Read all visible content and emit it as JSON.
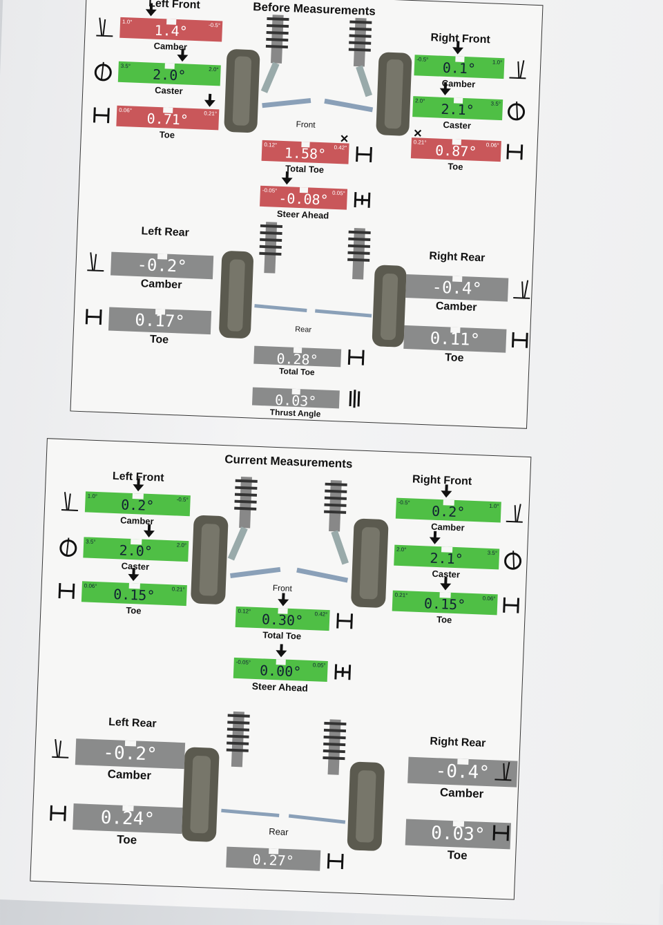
{
  "before": {
    "title": "Before Measurements",
    "left_front": {
      "header": "Left Front",
      "camber": {
        "value": "1.4°",
        "min": "1.0°",
        "max": "-0.5°",
        "label": "Camber"
      },
      "caster": {
        "value": "2.0°",
        "min": "3.5°",
        "max": "2.0°",
        "label": "Caster"
      },
      "toe": {
        "value": "0.71°",
        "min": "0.06°",
        "max": "0.21°",
        "label": "Toe"
      }
    },
    "right_front": {
      "header": "Right Front",
      "camber": {
        "value": "0.1°",
        "min": "-0.5°",
        "max": "1.0°",
        "label": "Camber"
      },
      "caster": {
        "value": "2.1°",
        "min": "2.0°",
        "max": "3.5°",
        "label": "Caster"
      },
      "toe": {
        "value": "0.87°",
        "min": "0.21°",
        "max": "0.06°",
        "label": "Toe"
      }
    },
    "front_label": "Front",
    "total_toe": {
      "value": "1.58°",
      "min": "0.12°",
      "max": "0.42°",
      "label": "Total Toe"
    },
    "steer_ahead": {
      "value": "-0.08°",
      "min": "-0.05°",
      "max": "0.05°",
      "label": "Steer Ahead"
    },
    "left_rear": {
      "header": "Left Rear",
      "camber": {
        "value": "-0.2°",
        "label": "Camber"
      },
      "toe": {
        "value": "0.17°",
        "label": "Toe"
      }
    },
    "right_rear": {
      "header": "Right Rear",
      "camber": {
        "value": "-0.4°",
        "label": "Camber"
      },
      "toe": {
        "value": "0.11°",
        "label": "Toe"
      }
    },
    "rear_label": "Rear",
    "rear_total_toe": {
      "value": "0.28°",
      "label": "Total Toe"
    },
    "thrust_angle": {
      "value": "0.03°",
      "label": "Thrust Angle"
    }
  },
  "current": {
    "title": "Current Measurements",
    "left_front": {
      "header": "Left Front",
      "camber": {
        "value": "0.2°",
        "min": "1.0°",
        "max": "-0.5°",
        "label": "Camber"
      },
      "caster": {
        "value": "2.0°",
        "min": "3.5°",
        "max": "2.0°",
        "label": "Caster"
      },
      "toe": {
        "value": "0.15°",
        "min": "0.06°",
        "max": "0.21°",
        "label": "Toe"
      }
    },
    "right_front": {
      "header": "Right Front",
      "camber": {
        "value": "0.2°",
        "min": "-0.5°",
        "max": "1.0°",
        "label": "Camber"
      },
      "caster": {
        "value": "2.1°",
        "min": "2.0°",
        "max": "3.5°",
        "label": "Caster"
      },
      "toe": {
        "value": "0.15°",
        "min": "0.21°",
        "max": "0.06°",
        "label": "Toe"
      }
    },
    "front_label": "Front",
    "total_toe": {
      "value": "0.30°",
      "min": "0.12°",
      "max": "0.42°",
      "label": "Total Toe"
    },
    "steer_ahead": {
      "value": "0.00°",
      "min": "-0.05°",
      "max": "0.05°",
      "label": "Steer Ahead"
    },
    "left_rear": {
      "header": "Left Rear",
      "camber": {
        "value": "-0.2°",
        "label": "Camber"
      },
      "toe": {
        "value": "0.24°",
        "label": "Toe"
      }
    },
    "right_rear": {
      "header": "Right Rear",
      "camber": {
        "value": "-0.4°",
        "label": "Camber"
      },
      "toe": {
        "value": "0.03°",
        "label": "Toe"
      }
    },
    "rear_label": "Rear",
    "rear_total_toe": {
      "value": "0.27°"
    }
  },
  "colors": {
    "out_of_spec": "#c9575a",
    "in_spec": "#4fbf45",
    "no_spec": "#8a8b8b"
  }
}
